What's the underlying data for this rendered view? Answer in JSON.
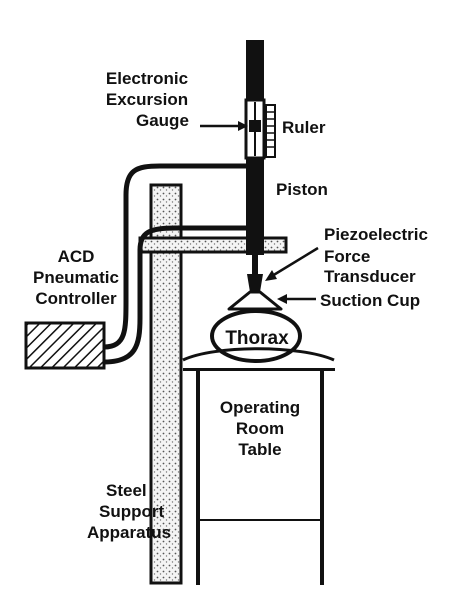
{
  "labels": {
    "gauge_line1": "Electronic",
    "gauge_line2": "Excursion",
    "gauge_line3": "Gauge",
    "ruler": "Ruler",
    "piston": "Piston",
    "transducer_line1": "Piezoelectric",
    "transducer_line2": "Force",
    "transducer_line3": "Transducer",
    "suction_cup": "Suction Cup",
    "controller_line1": "ACD",
    "controller_line2": "Pneumatic",
    "controller_line3": "Controller",
    "thorax": "Thorax",
    "table_line1": "Operating",
    "table_line2": "Room",
    "table_line3": "Table",
    "support_line1": "Steel",
    "support_line2": "Support",
    "support_line3": "Apparatus"
  }
}
